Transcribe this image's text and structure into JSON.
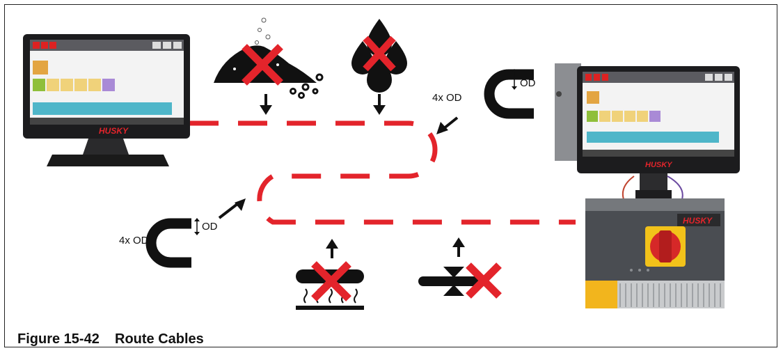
{
  "figure": {
    "number": "Figure 15-42",
    "title": "Route Cables"
  },
  "labels": {
    "od": "OD",
    "bend_radius": "4x OD",
    "brand": "HUSKY"
  },
  "colors": {
    "cable": "#e3242b",
    "prohibited": "#e3242b",
    "symbol": "#111111",
    "cabinet_yellow": "#f2b51d",
    "cabinet_grey": "#4a4d52"
  },
  "icons": {
    "dust_prohibited": "dirt-pile-x-icon",
    "liquid_prohibited": "liquid-drops-x-icon",
    "heat_prohibited": "hot-surface-x-icon",
    "pinch_prohibited": "pinch-point-x-icon",
    "bend_radius": "u-bend-icon"
  }
}
